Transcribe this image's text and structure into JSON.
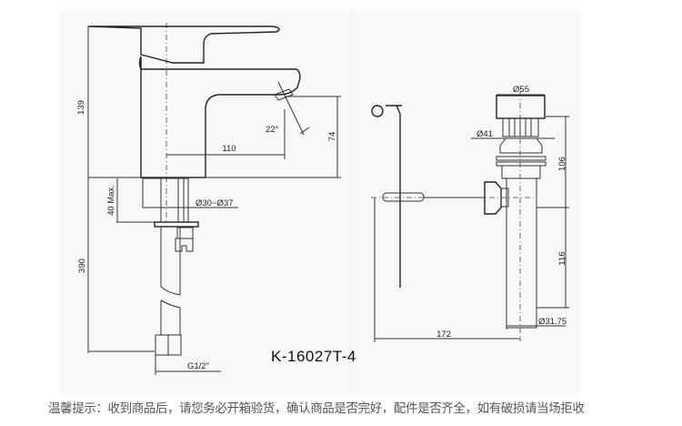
{
  "drawing": {
    "model": "K-16027T-4",
    "faucet_dims": {
      "height_above": "139",
      "reach": "110",
      "spout_height": "74",
      "spout_angle": "22°",
      "deck_thickness": "40 Max.",
      "hole_diameter": "Ø30~Ø37",
      "hose_length": "390",
      "thread": "G1/2\""
    },
    "drain_dims": {
      "cap_diameter": "Ø55",
      "flange_diameter": "Ø41",
      "upper_height": "106",
      "tail_height": "116",
      "tail_diameter": "Ø31.75",
      "rod_length": "172"
    }
  },
  "notice": "温馨提示：收到商品后，请您务必开箱验货，确认商品是否完好，配件是否齐全，如有破损请当场拒收"
}
